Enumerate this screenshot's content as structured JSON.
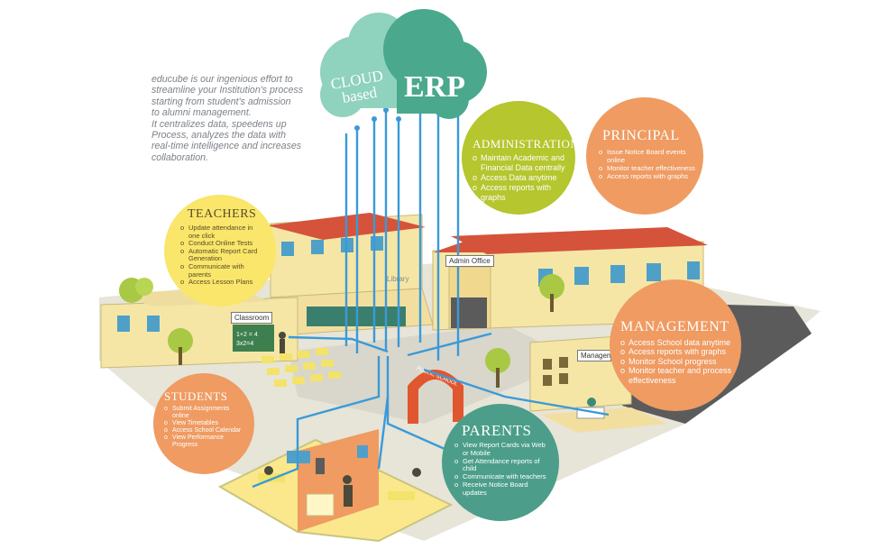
{
  "intro": {
    "lines": [
      "educube is our ingenious effort to",
      "streamline your Institution's process",
      "starting from student's admission",
      "to alumni management.",
      "It centralizes data, speedens up",
      "Process, analyzes the data with",
      "real-time intelligence and increases",
      "collaboration."
    ]
  },
  "cloud": {
    "left_line1": "CLOUD",
    "left_line2": "based",
    "right": "ERP"
  },
  "buildings": {
    "library": "Library",
    "admin_office": "Admin Office",
    "classroom": "Classroom",
    "management": "Management",
    "public_school": "PUBLIC SCHOOL",
    "board_line1": "1+2 = 4",
    "board_line2": "3x2=4"
  },
  "bubbles": {
    "administration": {
      "title": "ADMINISTRATION",
      "items": [
        "Maintain  Academic and Financial Data centrally",
        "Access Data anytime",
        "Access reports with graphs"
      ]
    },
    "principal": {
      "title": "PRINCIPAL",
      "items": [
        "Issue Notice Board events online",
        "Monitor teacher effectiveness",
        "Access reports with graphs"
      ]
    },
    "teachers": {
      "title": "TEACHERS",
      "items": [
        "Update attendance in one click",
        "Conduct Online Tests",
        "Automatic Report Card Generation",
        "Communicate with parents",
        "Access Lesson Plans"
      ]
    },
    "management": {
      "title": "MANAGEMENT",
      "items": [
        "Access School data anytime",
        "Access reports with graphs",
        "Monitor  School progress",
        "Monitor teacher and process effectiveness"
      ]
    },
    "students": {
      "title": "STUDENTS",
      "items": [
        "Submit Assignments online",
        "View Timetables",
        "Access School Calendar",
        "View Performance Progress"
      ]
    },
    "parents": {
      "title": "PARENTS",
      "items": [
        "View Report Cards via Web or Mobile",
        "Get Attendance reports of child",
        "Communicate with teachers",
        "Receive Notice Board updates"
      ]
    }
  },
  "colors": {
    "cloud_light": "#8fd2bd",
    "cloud_dark": "#4aa88d",
    "line_blue": "#3a9ad8",
    "administration": "#b5c62e",
    "principal": "#ef9b62",
    "teachers": "#f9e66a",
    "management": "#ef9b62",
    "students": "#ef9b62",
    "parents": "#4c9e8a",
    "wall": "#f5e6a6",
    "roof": "#d5533a"
  }
}
